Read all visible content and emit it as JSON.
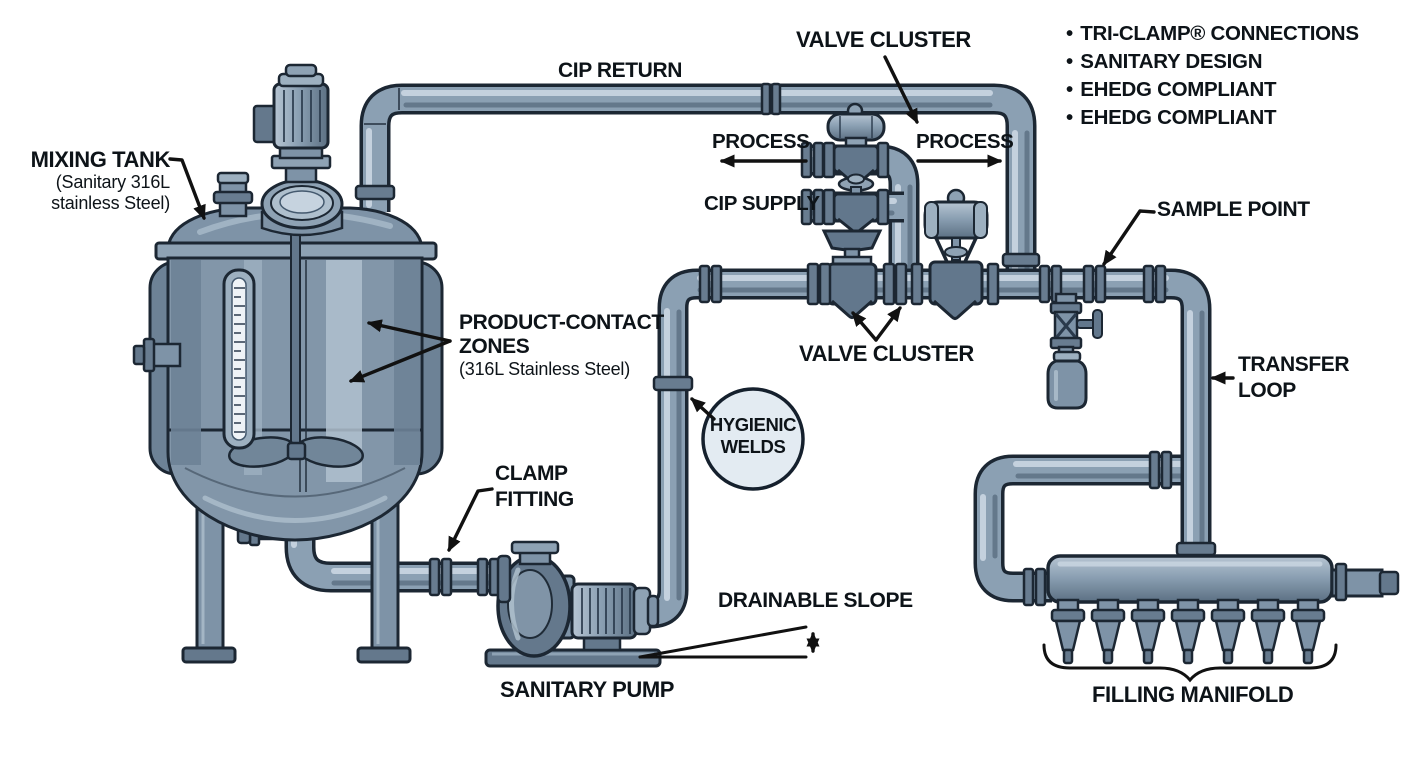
{
  "features": [
    "TRI-CLAMP® CONNECTIONS",
    "SANITARY DESIGN",
    "EHEDG COMPLIANT",
    "EHEDG COMPLIANT"
  ],
  "labels": {
    "mixing_tank_title": "MIXING TANK",
    "mixing_tank_sub1": "(Sanitary 316L",
    "mixing_tank_sub2": "stainless Steel)",
    "cip_return": "CIP RETURN",
    "valve_cluster_top": "VALVE CLUSTER",
    "process_left": "PROCESS",
    "process_right": "PROCESS",
    "cip_supply": "CIP SUPPLY",
    "sample_point": "SAMPLE POINT",
    "valve_cluster_mid": "VALVE CLUSTER",
    "product_contact_line1": "PRODUCT-CONTACT",
    "product_contact_line2": "ZONES",
    "product_contact_line3": "(316L Stainless Steel)",
    "hygienic_line1": "HYGIENIC",
    "hygienic_line2": "WELDS",
    "clamp_line1": "CLAMP",
    "clamp_line2": "FITTING",
    "transfer_line1": "TRANSFER",
    "transfer_line2": "LOOP",
    "drainable_slope": "DRAINABLE SLOPE",
    "sanitary_pump": "SANITARY PUMP",
    "filling_manifold": "FILLING MANIFOLD"
  },
  "colors": {
    "background": "#ffffff",
    "outline": "#1c2733",
    "pipe_body": "#8ba0b3",
    "pipe_highlight": "#c7d4e0",
    "pipe_shadow": "#5d7184",
    "tank_body": "#8296a9",
    "callout_fill": "#e3ebf2",
    "label_text": "#0d1318"
  }
}
